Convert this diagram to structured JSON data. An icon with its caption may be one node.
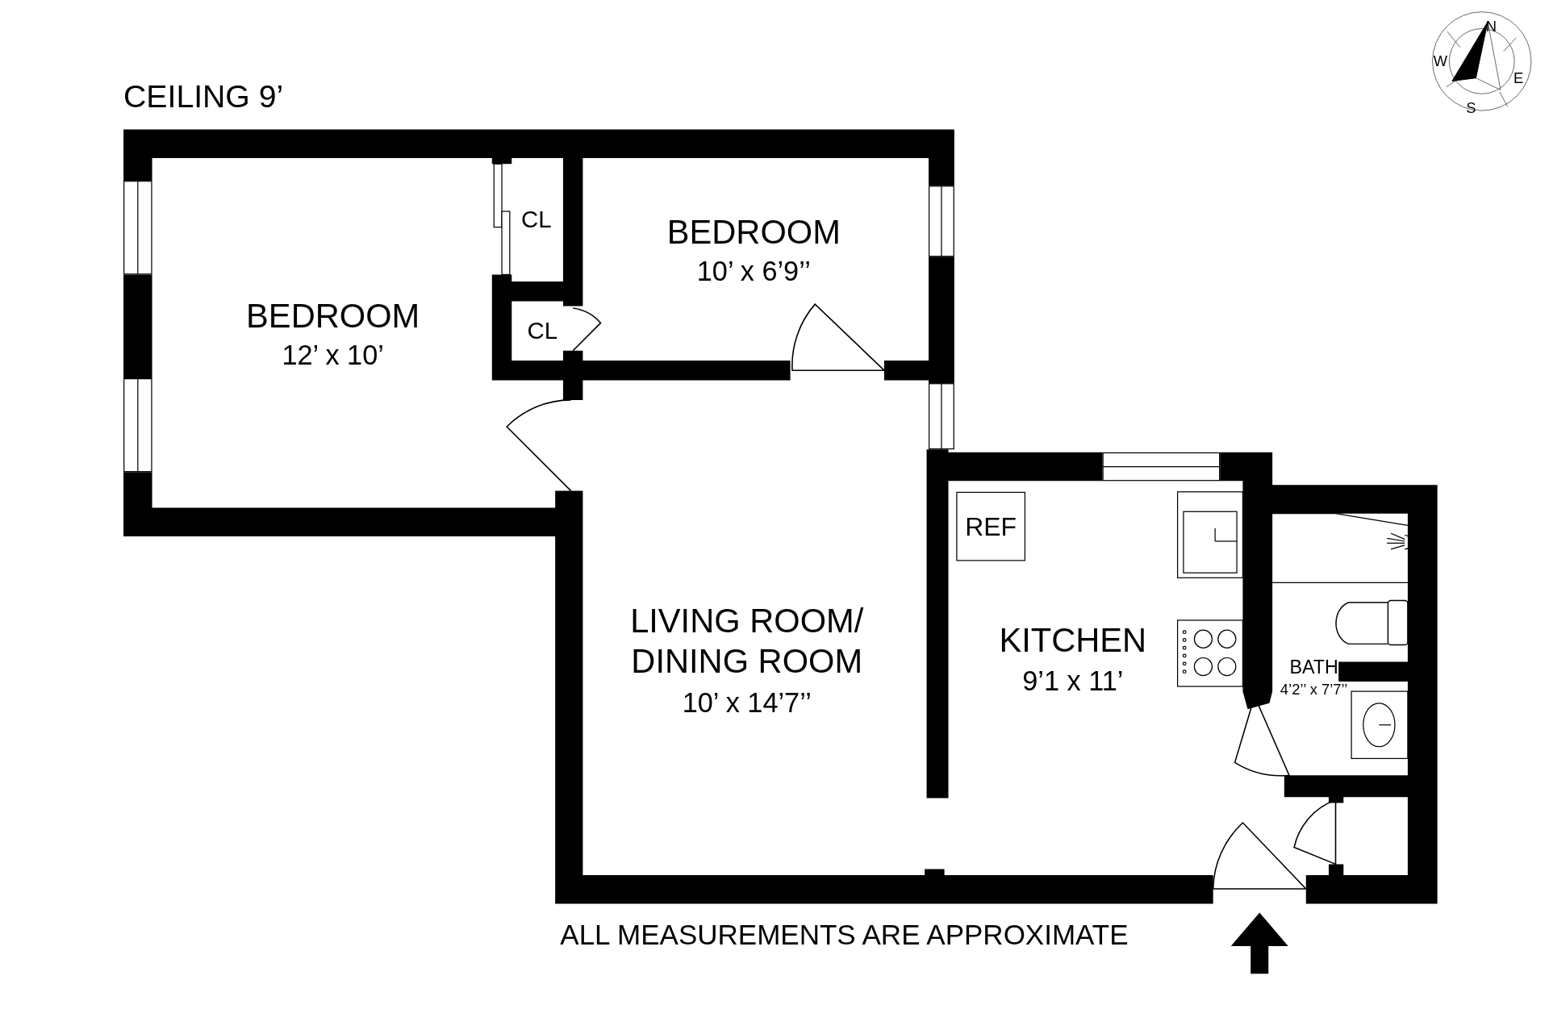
{
  "diagram": {
    "nodes": [
      {
        "text": [
          "BEDROOM",
          "12’ x 10’"
        ]
      },
      {
        "text": [
          "CL"
        ]
      },
      {
        "text": [
          "CL"
        ]
      },
      {
        "text": [
          "BEDROOM",
          "10’ x 6’9’’"
        ]
      },
      {
        "text": [
          "LIVING ROOM/ DINING ROOM",
          "10’ x 14’7’’"
        ]
      },
      {
        "text": [
          "KITCHEN",
          "9’1 x 11’"
        ]
      },
      {
        "text": [
          "REF"
        ],
        "in": 5
      },
      {
        "text": [
          "BATH",
          "4’2’’ x 7’7’’"
        ]
      }
    ],
    "labels": [
      "CEILING 9’",
      "ALL MEASUREMENTS ARE APPROXIMATE",
      "N",
      "W",
      "E",
      "S"
    ]
  }
}
